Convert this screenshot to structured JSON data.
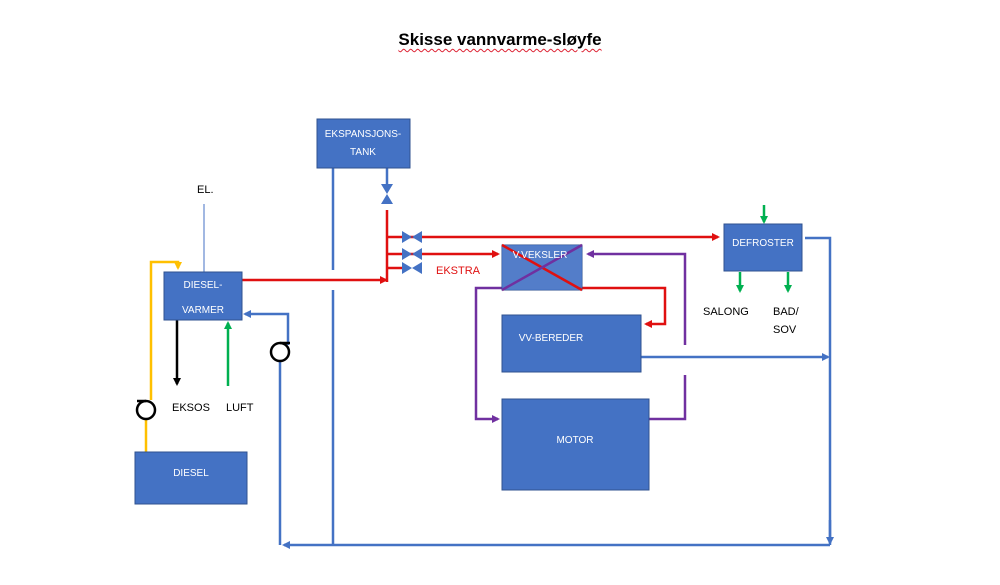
{
  "title": "Skisse vannvarme-sløyfe",
  "colors": {
    "box_fill": "#4472C4",
    "box_border": "#2F528F",
    "hot_pipe": "#E01010",
    "cold_pipe": "#4472C4",
    "engine_loop": "#7030A0",
    "fuel_pipe": "#FFC000",
    "air_arrow": "#00B050",
    "exhaust_arrow": "#000000",
    "valve": "#4472C4"
  },
  "boxes": {
    "ekspansjonstank": {
      "line1": "EKSPANSJONS-",
      "line2": "TANK"
    },
    "dieselvarmer": {
      "line1": "DIESEL-",
      "line2": "VARMER"
    },
    "vveksler": {
      "label": "V.VEKSLER"
    },
    "defroster": {
      "label": "DEFROSTER"
    },
    "vvbereder": {
      "label": "VV-BEREDER"
    },
    "motor": {
      "label": "MOTOR"
    },
    "diesel": {
      "label": "DIESEL"
    }
  },
  "labels": {
    "el": "EL.",
    "ekstra": "EKSTRA",
    "eksos": "EKSOS",
    "luft": "LUFT",
    "salong": "SALONG",
    "bad1": "BAD/",
    "bad2": "SOV"
  }
}
